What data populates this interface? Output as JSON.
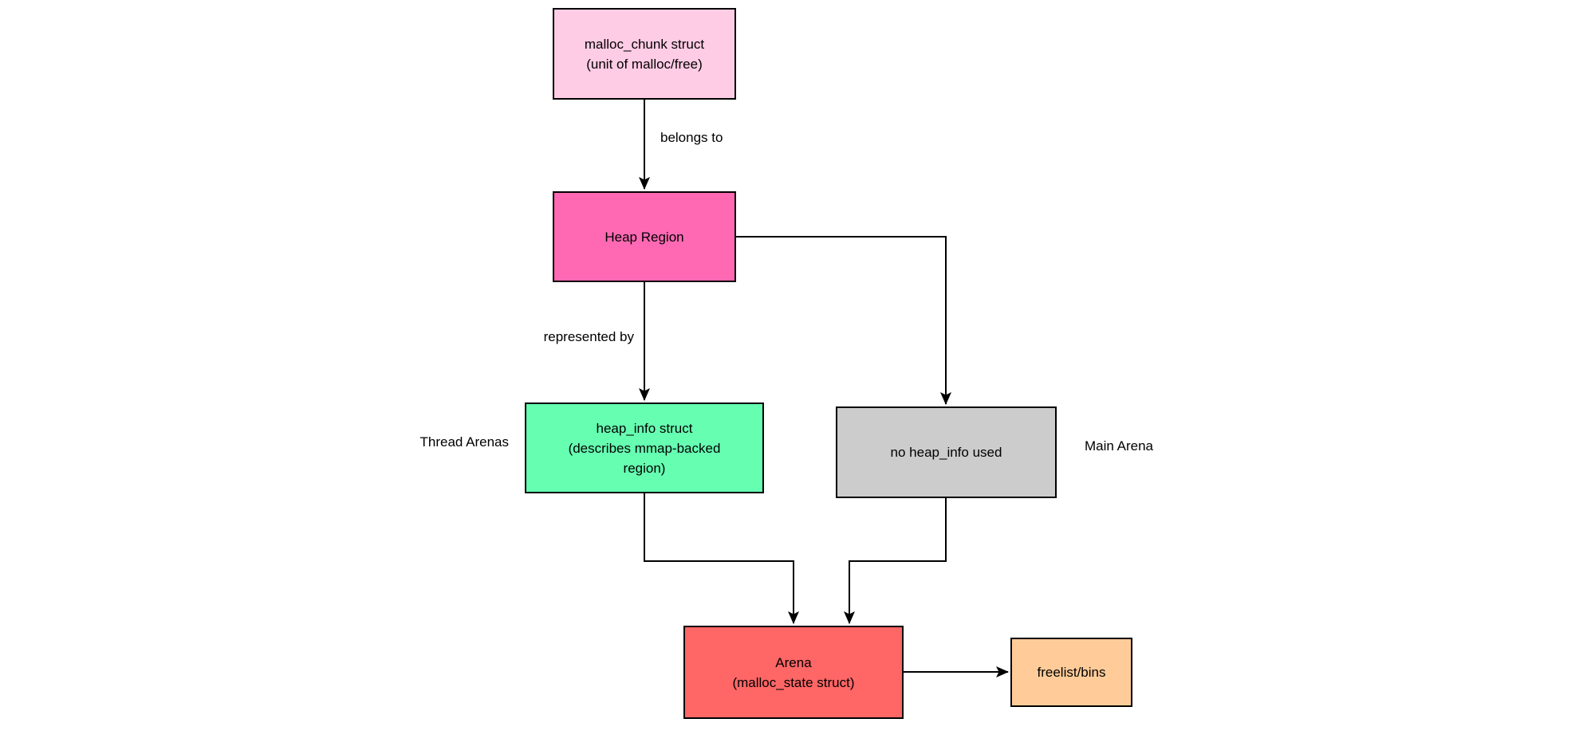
{
  "diagram": {
    "background": "#FFFFFF",
    "edge_color": "#000000",
    "nodes": {
      "malloc_chunk": {
        "label": "malloc_chunk struct\n(unit of malloc/free)",
        "fill": "#FFCCE5",
        "border": "#000000"
      },
      "heap_region": {
        "label": "Heap Region",
        "fill": "#FF69B4",
        "border": "#000000"
      },
      "heap_info": {
        "label": "heap_info struct\n(describes mmap-backed\nregion)",
        "fill": "#66FFB2",
        "border": "#000000"
      },
      "no_heap_info": {
        "label": "no heap_info used",
        "fill": "#CCCCCC",
        "border": "#000000"
      },
      "arena": {
        "label": "Arena\n(malloc_state struct)",
        "fill": "#FF6666",
        "border": "#000000"
      },
      "freelist": {
        "label": "freelist/bins",
        "fill": "#FFCC99",
        "border": "#000000"
      }
    },
    "edge_labels": {
      "belongs_to": "belongs to",
      "represented_by": "represented by"
    },
    "side_labels": {
      "thread_arenas": "Thread Arenas",
      "main_arena": "Main Arena"
    }
  }
}
